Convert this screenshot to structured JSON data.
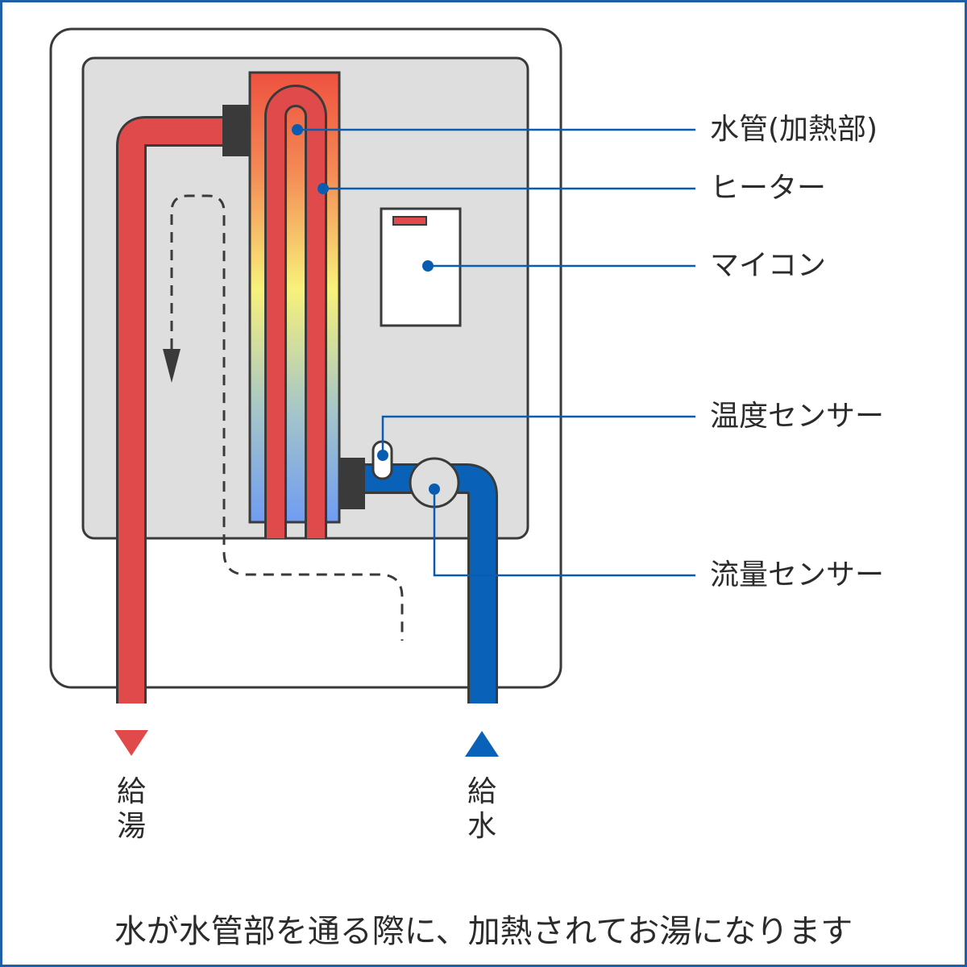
{
  "labels": {
    "water_pipe": "水管(加熱部)",
    "heater": "ヒーター",
    "microcomputer": "マイコン",
    "temperature_sensor": "温度センサー",
    "flow_sensor": "流量センサー"
  },
  "outlets": {
    "hot_water_supply": [
      "給",
      "湯"
    ],
    "water_supply": [
      "給",
      "水"
    ]
  },
  "caption": "水が水管部を通る際に、加熱されてお湯になります",
  "colors": {
    "frame_border": "#1f5fa8",
    "hot_pipe": "#e04a4a",
    "cold_pipe": "#0a62b8",
    "pipe_outline": "#3a3a3a",
    "inner_panel": "#dedede",
    "leader_line": "#0a5cb0"
  }
}
